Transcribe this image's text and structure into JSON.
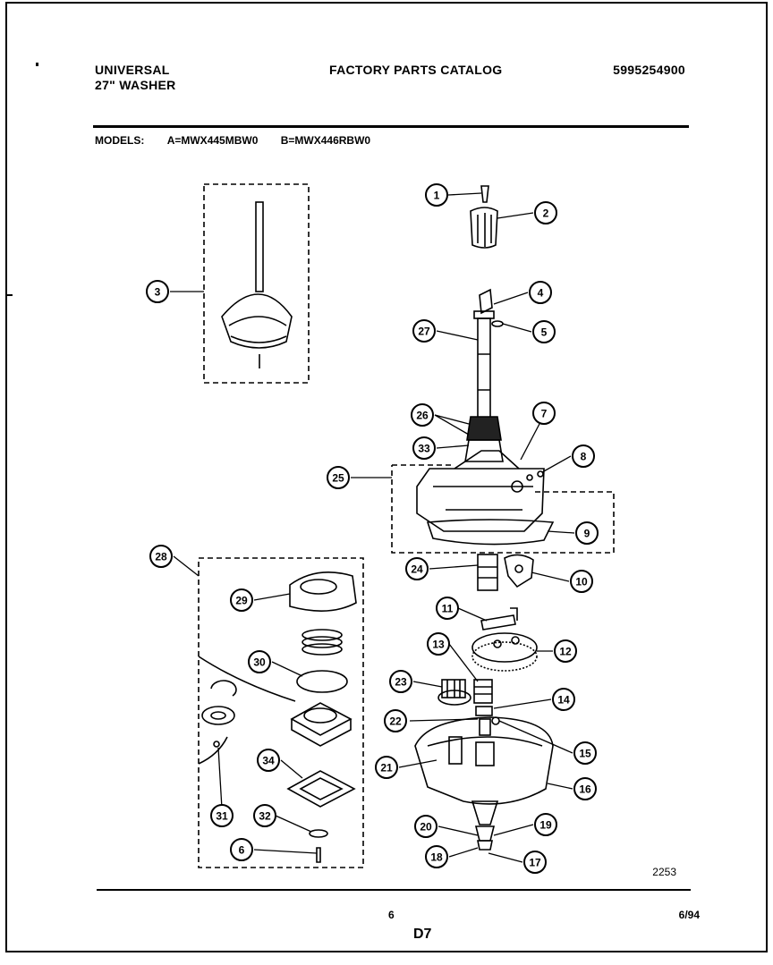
{
  "header": {
    "brand": "UNIVERSAL",
    "model_line": "27\" WASHER",
    "title": "FACTORY PARTS CATALOG",
    "part_number": "5995254900"
  },
  "models": {
    "label": "MODELS:",
    "a": "A=MWX445MBW0",
    "b": "B=MWX446RBW0"
  },
  "footer": {
    "drawing_code": "2253",
    "page_number": "6",
    "section": "D7",
    "date": "6/94"
  },
  "callouts": [
    "1",
    "2",
    "3",
    "4",
    "5",
    "27",
    "26",
    "7",
    "33",
    "8",
    "25",
    "9",
    "24",
    "10",
    "28",
    "29",
    "11",
    "12",
    "13",
    "30",
    "23",
    "14",
    "22",
    "15",
    "21",
    "16",
    "34",
    "31",
    "32",
    "20",
    "19",
    "6",
    "18",
    "17"
  ]
}
